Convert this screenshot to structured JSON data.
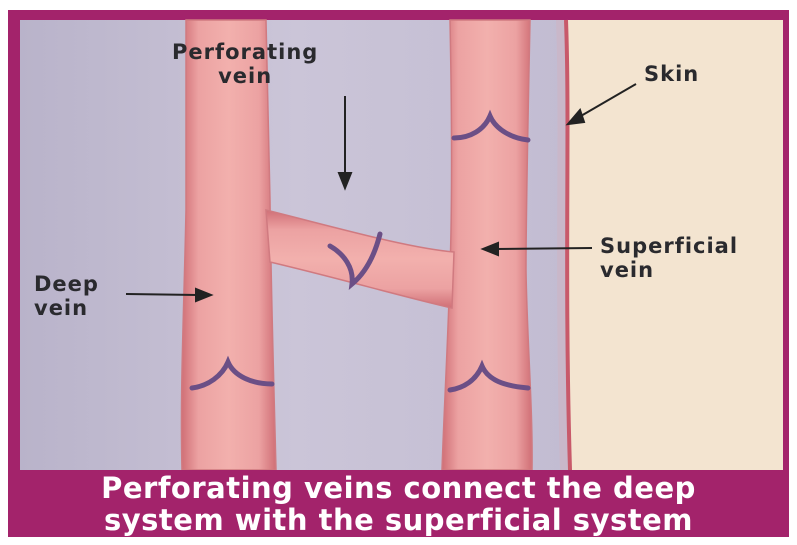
{
  "labels": {
    "perforating_vein": [
      "Perforating",
      "vein"
    ],
    "skin": "Skin",
    "superficial_vein": [
      "Superficial",
      "vein"
    ],
    "deep_vein": [
      "Deep",
      "vein"
    ]
  },
  "caption": [
    "Perforating veins connect the deep",
    "system with the superficial system"
  ],
  "colors": {
    "frame": "#a3236b",
    "tissue": "#c9c3d6",
    "skin": "#f3e4d0",
    "vein_fill": "#eba0a0",
    "vein_edge": "#d77a7e",
    "valve": "#6b4f86",
    "text": "#2a2a2e",
    "caption_text": "#ffffff"
  }
}
